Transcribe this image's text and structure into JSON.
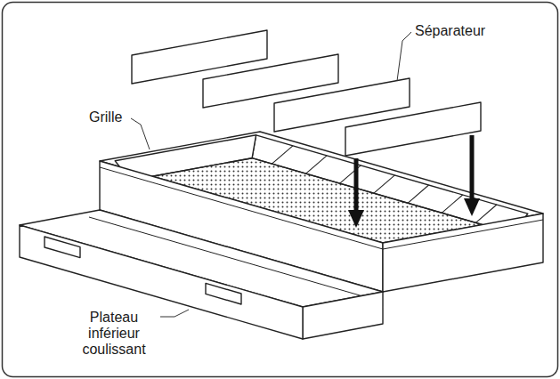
{
  "diagram": {
    "labels": [
      "Séparateur",
      "Grille",
      "Plateau inférieur coulissant"
    ]
  }
}
